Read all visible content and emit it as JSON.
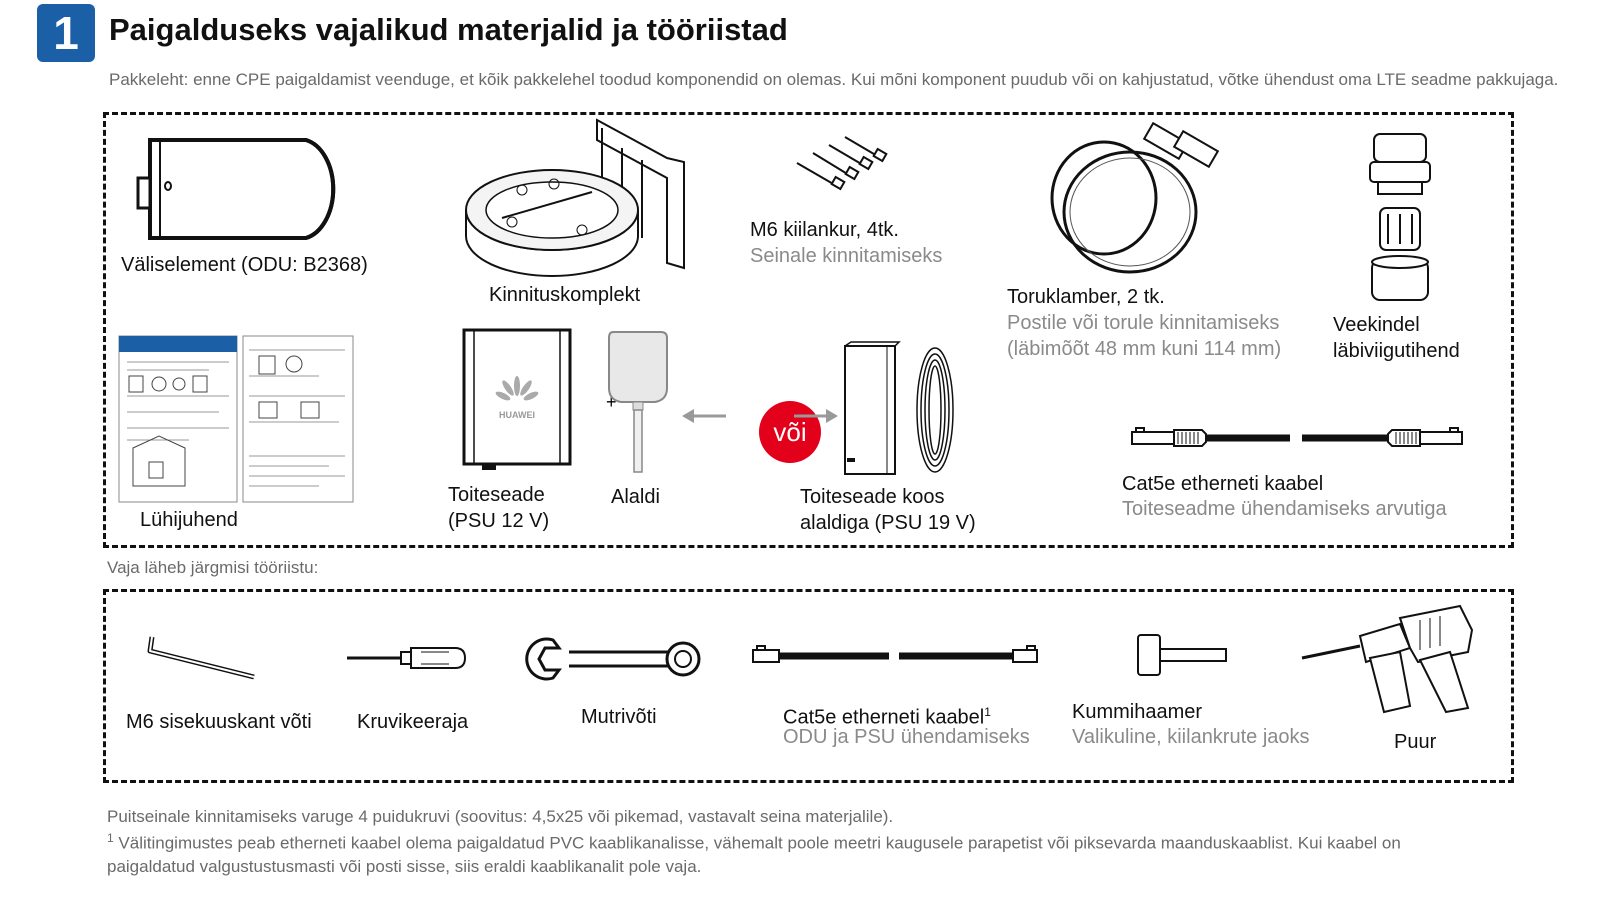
{
  "step_number": "1",
  "title": "Paigalduseks vajalikud materjalid ja tööriistad",
  "intro": "Pakkeleht: enne CPE paigaldamist veenduge, et kõik pakkelehel toodud komponendid on olemas. Kui mõni komponent puudub või on kahjustatud, võtke ühendust oma LTE seadme pakkujaga.",
  "package": {
    "odu": "Väliselement (ODU: B2368)",
    "mount_kit": "Kinnituskomplekt",
    "anchor": {
      "label": "M6 kiilankur, 4tk.",
      "sub": "Seinale kinnitamiseks"
    },
    "clamp": {
      "label": "Toruklamber, 2 tk.",
      "sub1": "Postile või torule kinnitamiseks",
      "sub2": "(läbimõõt 48 mm kuni 114 mm)"
    },
    "gland": {
      "line1": "Veekindel",
      "line2": "läbiviigutihend"
    },
    "guide": "Lühijuhend",
    "psu12": {
      "line1": "Toiteseade",
      "line2": "(PSU 12 V)"
    },
    "adapter": "Alaldi",
    "plus": "+",
    "or": "või",
    "psu19": {
      "line1": "Toiteseade koos",
      "line2": "alaldiga (PSU 19 V)"
    },
    "cable": {
      "label": "Cat5e etherneti kaabel",
      "sub": "Toiteseadme ühendamiseks arvutiga"
    },
    "huawei_logo_text": "HUAWEI"
  },
  "tools_heading": "Vaja läheb järgmisi tööriistu:",
  "tools": {
    "hex_key": "M6 sisekuuskant võti",
    "screwdriver": "Kruvikeeraja",
    "wrench": "Mutrivõti",
    "cable": {
      "label": "Cat5e etherneti kaabel",
      "sup": "1",
      "sub": "ODU ja PSU ühendamiseks"
    },
    "mallet": {
      "label": "Kummihaamer",
      "sub": "Valikuline, kiilankrute jaoks"
    },
    "drill": "Puur"
  },
  "footer": {
    "note1": "Puitseinale kinnitamiseks varuge 4 puidukruvi (soovitus: 4,5x25 või pikemad, vastavalt seina materjalile).",
    "note2_sup": "1",
    "note2": "Välitingimustes peab etherneti kaabel olema paigaldatud PVC kaablikanalisse, vähemalt poole meetri kaugusele parapetist või piksevarda maanduskaablist. Kui kaabel on paigaldatud valgustustusmasti või posti sisse, siis eraldi kaablikanalit pole vaja."
  },
  "colors": {
    "badge_blue": "#1b5fa6",
    "or_red": "#e2001a",
    "sub_gray": "#8a8a8a"
  }
}
